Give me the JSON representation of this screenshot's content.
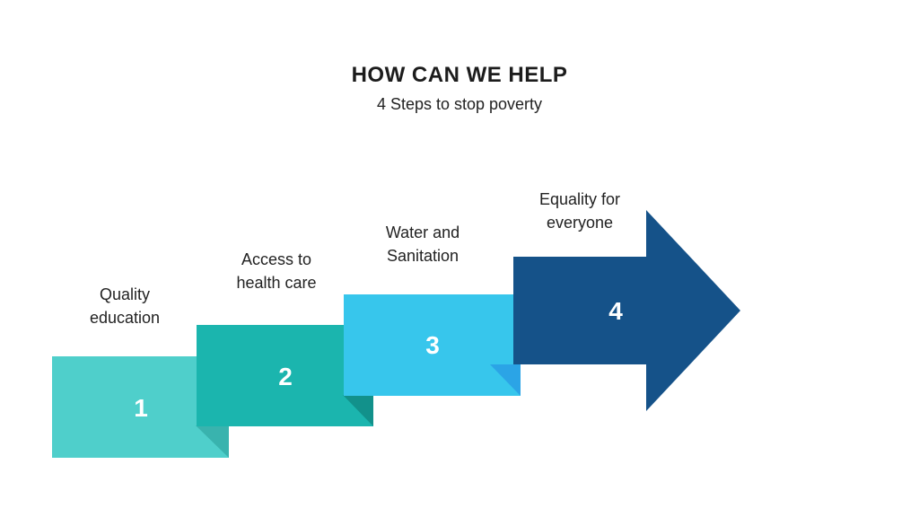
{
  "title": "HOW CAN WE HELP",
  "subtitle": "4 Steps to stop poverty",
  "steps": [
    {
      "number": "1",
      "label": "Quality\neducation",
      "color": "#4fcfcb",
      "fold": "#39b3ae"
    },
    {
      "number": "2",
      "label": "Access to\nhealth care",
      "color": "#1bb5ae",
      "fold": "#12918b"
    },
    {
      "number": "3",
      "label": "Water and\nSanitation",
      "color": "#37c6ec",
      "fold": "#2ba4e6"
    },
    {
      "number": "4",
      "label": "Equality for\neveryone",
      "color": "#155289"
    }
  ]
}
